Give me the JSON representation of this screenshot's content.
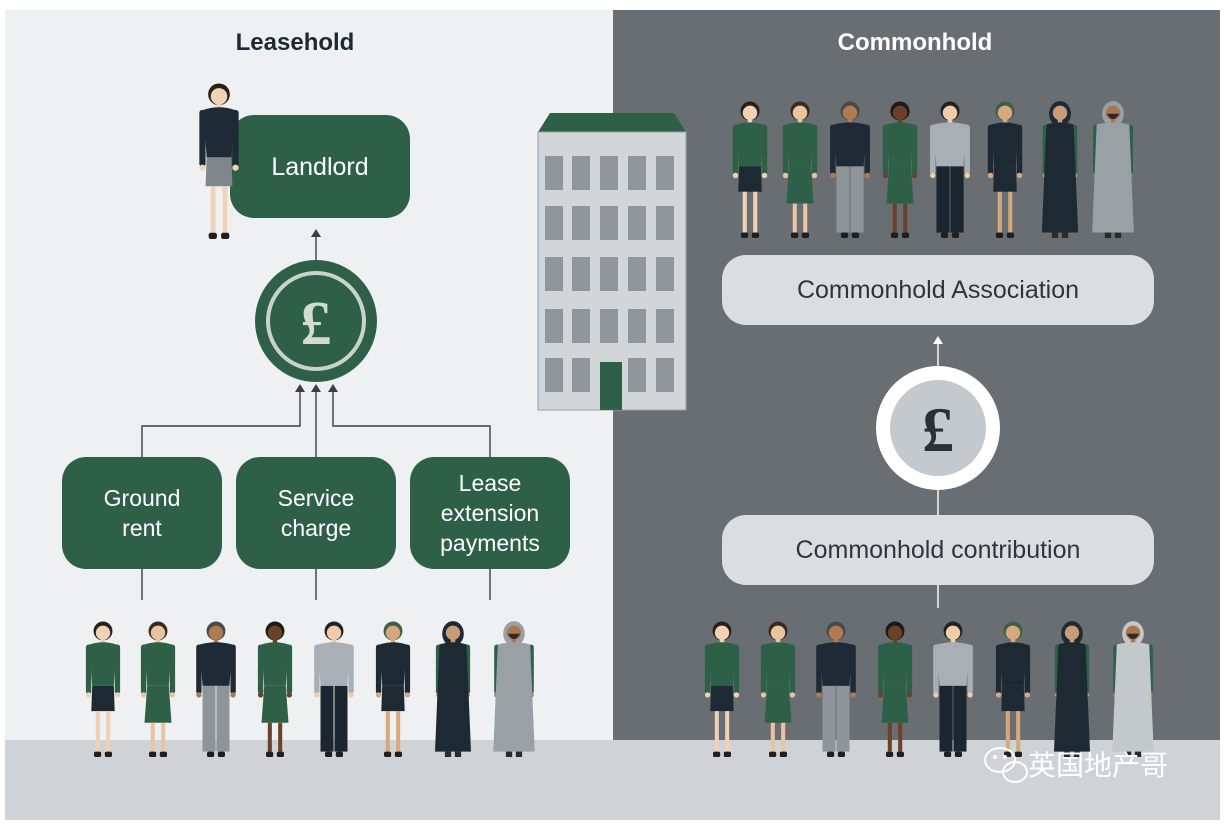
{
  "leasehold": {
    "title": "Leasehold",
    "landlord_label": "Landlord",
    "payments": [
      "Ground\nrent",
      "Service\ncharge",
      "Lease\nextension\npayments"
    ]
  },
  "commonhold": {
    "title": "Commonhold",
    "association_label": "Commonhold Association",
    "contribution_label": "Commonhold contribution"
  },
  "currency_symbol": "£",
  "watermark": "英国地产哥",
  "colors": {
    "green": "#2e6048",
    "dark_panel": "#686e72",
    "light_panel": "#eef0f2",
    "ground": "#cfd3d6",
    "building": "#d2d6d9"
  }
}
